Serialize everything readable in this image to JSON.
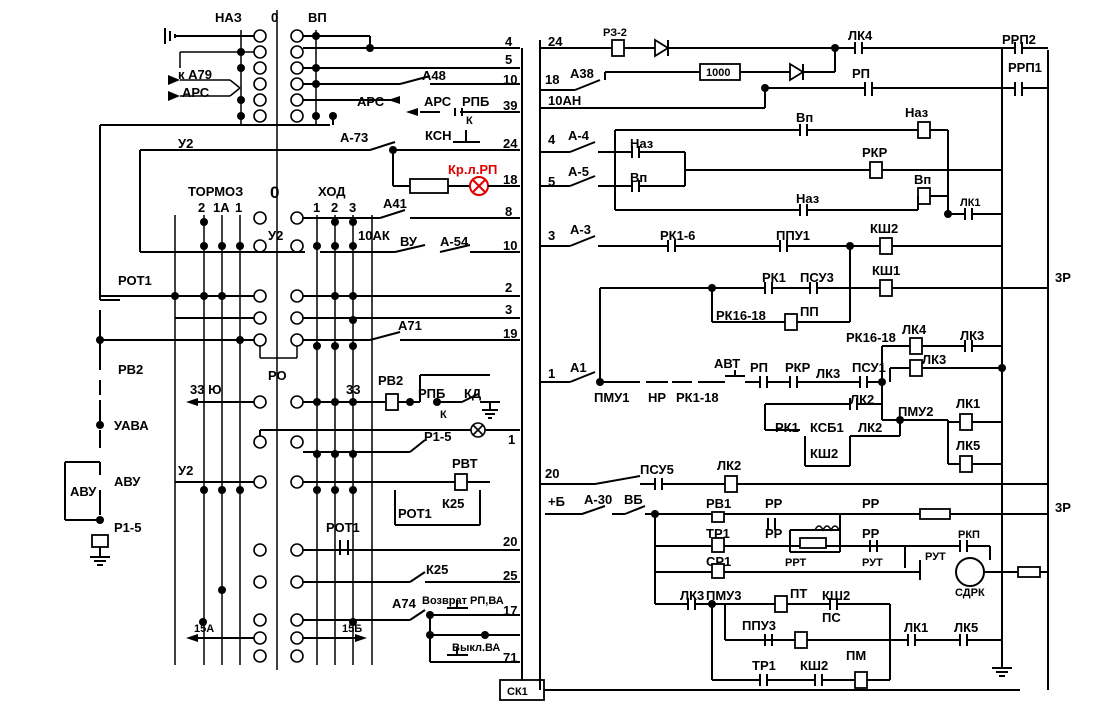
{
  "controller": {
    "reverser_labels": [
      "НАЗ",
      "0",
      "ВП"
    ],
    "brake_labels": [
      "ТОРМОЗ",
      "2",
      "1А",
      "1"
    ],
    "center_zero": "0",
    "run_labels": [
      "ХОД",
      "1",
      "2",
      "3"
    ],
    "ro_label": "РО"
  },
  "left_labels": {
    "k_a79": "к А79",
    "ars_top": "АРС",
    "u2_top": "У2",
    "u2_mid": "У2",
    "u2_low": "У2",
    "rot1": "РОТ1",
    "rv2": "РВ2",
    "uava": "УАВА",
    "avu_left": "АВУ",
    "avu_right": "АВУ",
    "r1_5": "Р1-5",
    "n33yu": "33 Ю",
    "n15a": "15А",
    "n15b": "15Б"
  },
  "center_labels": {
    "a48": "А48",
    "ars_right": "АРС",
    "ars2": "АРС",
    "rpb": "РПБ",
    "k1": "К",
    "a73": "А-73",
    "ksn": "КСН",
    "kr_l_rp": "Кр.л.РП",
    "a41": "А41",
    "n10ak": "10АК",
    "vu": "ВУ",
    "a54": "А-54",
    "a71": "А71",
    "n33": "33",
    "rv2b": "РВ2",
    "rpb2": "РПБ",
    "k2": "К",
    "kd": "КД",
    "r1_5b": "Р1-5",
    "rvt": "РВТ",
    "rot1b": "РОТ1",
    "k25": "К25",
    "rot1c": "РОТ1",
    "k25b": "К25",
    "a74": "А74",
    "vozvrat": "Возврат РП,ВА",
    "vykl": "Выкл.ВА",
    "sk1": "СК1"
  },
  "wire_numbers": [
    "4",
    "5",
    "10",
    "39",
    "24",
    "18",
    "8",
    "10",
    "2",
    "3",
    "19",
    "1",
    "20",
    "25",
    "17",
    "71"
  ],
  "right_labels": {
    "n24": "24",
    "rz2": "РЗ-2",
    "lk4a": "ЛК4",
    "rrp2": "РРП2",
    "rrp1": "РРП1",
    "n18": "18",
    "a38": "А38",
    "r1000": "1000",
    "rp_top": "РП",
    "n10an": "10АН",
    "n4": "4",
    "a4": "А-4",
    "vp1": "Вп",
    "naz1": "Наз",
    "naz2": "Наз",
    "rkr1": "РКР",
    "n5": "5",
    "a5": "А-5",
    "vp2": "Вп",
    "vp3": "Вп",
    "naz3": "Наз",
    "lk1a": "ЛК1",
    "n3": "3",
    "a3": "А-3",
    "rk1_6": "РК1-6",
    "ppu1": "ППУ1",
    "ksh2a": "КШ2",
    "rk1a": "РК1",
    "psu3": "ПСУ3",
    "ksh1": "КШ1",
    "zr1": "3Р",
    "rk16_18a": "РК16-18",
    "pp": "ПП",
    "rk16_18b": "РК16-18",
    "lk4b": "ЛК4",
    "lk3a": "ЛК3",
    "n1": "1",
    "a1": "А1",
    "pmu1": "ПМУ1",
    "nr": "НР",
    "rk1_18": "РК1-18",
    "avt": "АВТ",
    "rp2": "РП",
    "rkr2": "РКР",
    "lk3b": "ЛК3",
    "psu1": "ПСУ1",
    "lk3c": "ЛК3",
    "lk2a": "ЛК2",
    "pmu2": "ПМУ2",
    "lk1b": "ЛК1",
    "rk1b": "РК1",
    "ksb1": "КСБ1",
    "lk2b": "ЛК2",
    "ksh2b": "КШ2",
    "lk5a": "ЛК5",
    "n20": "20",
    "psu5": "ПСУ5",
    "lk2c": "ЛК2",
    "plusb": "+Б",
    "a30": "А-30",
    "vb": "ВБ",
    "zr2": "3Р",
    "rv1": "РВ1",
    "rr1": "РР",
    "rr2": "РР",
    "tr1a": "ТР1",
    "rr3": "РР",
    "rr4": "РР",
    "rkp": "РКП",
    "sr1": "СР1",
    "rrt": "РРТ",
    "rut1": "РУТ",
    "rut2": "РУТ",
    "sdrk": "СДРК",
    "lk3d": "ЛК3",
    "pmu3": "ПМУ3",
    "pt": "ПТ",
    "ksh2c": "КШ2",
    "ppu3": "ППУ3",
    "ps": "ПС",
    "lk1c": "ЛК1",
    "lk5b": "ЛК5",
    "tr1b": "ТР1",
    "ksh2d": "КШ2",
    "pm": "ПМ"
  },
  "colors": {
    "ink": "#000000",
    "lamp": "#e00000",
    "background": "#ffffff"
  }
}
